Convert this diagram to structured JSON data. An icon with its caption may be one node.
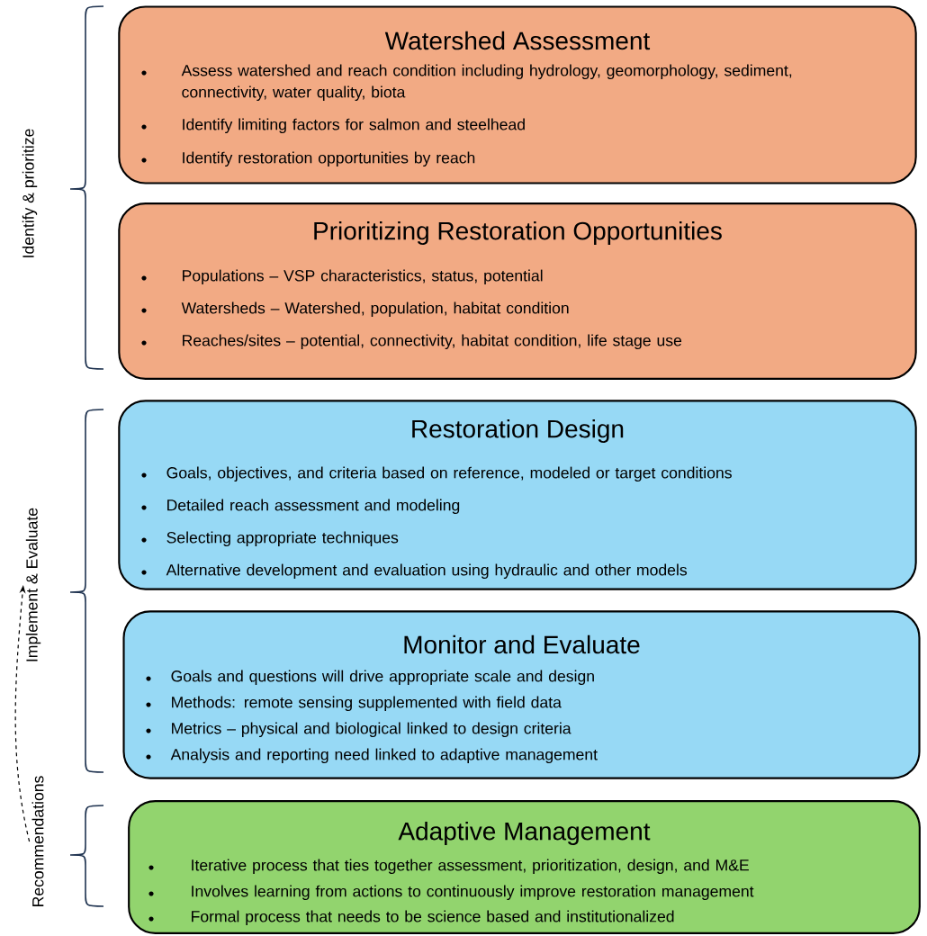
{
  "diagram": {
    "nodes": [
      {
        "text": [
          "Watershed Assessment",
          "Assess watershed and reach condition including hydrology, geomorphology, sediment, connectivity, water quality, biota",
          "Identify limiting factors for salmon and steelhead",
          "Identify restoration opportunities by reach"
        ]
      },
      {
        "text": [
          "Prioritizing Restoration Opportunities",
          "Populations – VSP characteristics, status, potential",
          "Watersheds – Watershed, population, habitat condition",
          "Reaches/sites  – potential, connectivity, habitat condition, life stage use"
        ]
      },
      {
        "text": [
          "Restoration Design",
          "Goals, objectives, and criteria based on reference, modeled or target conditions",
          "Detailed reach assessment and modeling",
          "Selecting appropriate techniques",
          "Alternative development and evaluation using hydraulic and other models"
        ]
      },
      {
        "text": [
          "Monitor and Evaluate",
          "Goals and questions will drive appropriate scale and design",
          "Methods: remote sensing supplemented with field data",
          "Metrics – physical and biological linked to design criteria",
          "Analysis and reporting need linked to adaptive management"
        ]
      },
      {
        "text": [
          "Adaptive Management",
          "Iterative process that ties together assessment, prioritization, design, and M&E",
          "Involves learning from actions to continuously improve restoration management",
          "Formal process that needs to be science based and institutionalized"
        ]
      },
      {
        "text": [
          "Identify & prioritize"
        ]
      },
      {
        "text": [
          "Implement & Evaluate"
        ]
      },
      {
        "text": [
          "Recommendations"
        ]
      }
    ],
    "edges": [
      {
        "from": 7,
        "to": 6,
        "arrow": "to",
        "style": "dashed"
      }
    ]
  }
}
